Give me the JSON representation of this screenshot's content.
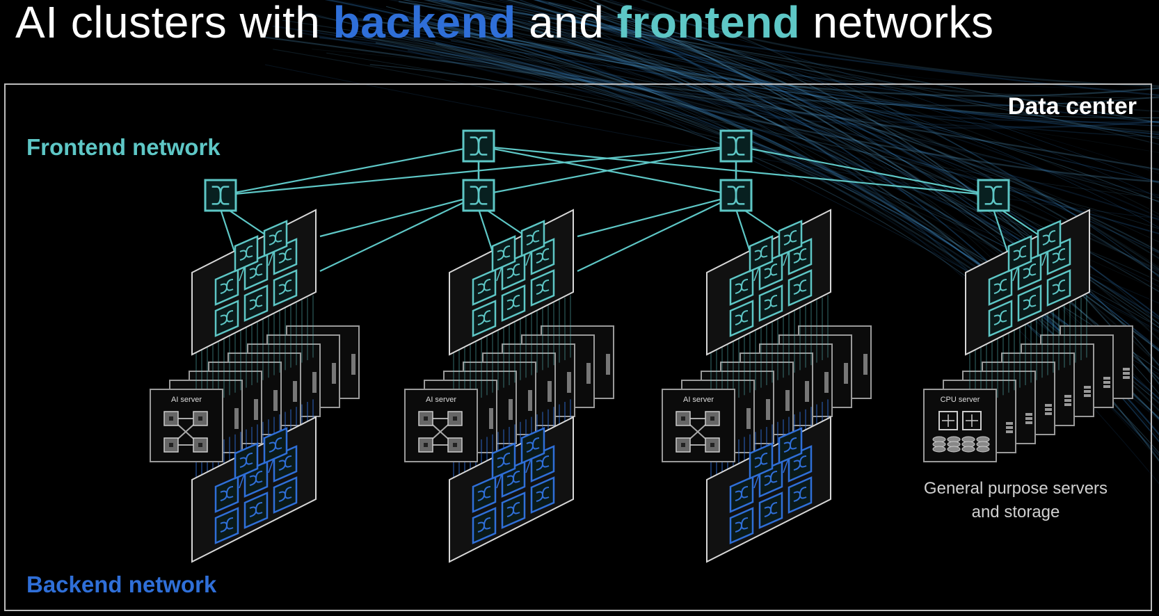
{
  "title": {
    "part1": "AI clusters with ",
    "backend": "backend",
    "part2": " and ",
    "frontend": "frontend",
    "part3": " networks"
  },
  "labels": {
    "data_center": "Data center",
    "frontend_network": "Frontend network",
    "backend_network": "Backend network",
    "general_purpose": "General purpose servers and storage"
  },
  "clusters": [
    {
      "server_label": "AI server",
      "type": "ai"
    },
    {
      "server_label": "AI server",
      "type": "ai"
    },
    {
      "server_label": "AI server",
      "type": "ai"
    },
    {
      "server_label": "CPU server",
      "type": "cpu"
    }
  ],
  "colors": {
    "frontend": "#5ec7c6",
    "backend": "#2f6fd8",
    "background": "#000000",
    "frame": "#bdbdbd",
    "server_border": "#9a9a9a"
  },
  "icons": {
    "switch": "switch-icon",
    "gpu": "gpu-chip-icon",
    "cpu": "cpu-chip-icon",
    "storage": "disk-stack-icon"
  }
}
